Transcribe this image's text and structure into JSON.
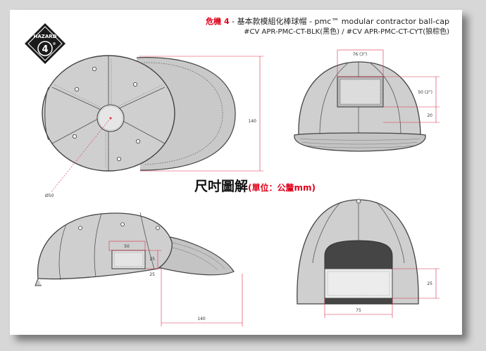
{
  "title": {
    "brand": "危機 4",
    "separator": " - ",
    "name": "基本款模組化棒球帽 - pmc™ modular contractor ball-cap",
    "codes": "#CV APR-PMC-CT-BLK(黑色) / #CV APR-PMC-CT-CYT(狼棕色)"
  },
  "heading": {
    "main": "尺吋圖解",
    "sub": "(單位：公釐mm)"
  },
  "logo": {
    "top": "HAZARD",
    "number": "4",
    "mark": "®"
  },
  "views": {
    "top": {
      "crown_length": "140",
      "button_diameter": "Ø50"
    },
    "front": {
      "patch_width": "76 (3\")",
      "patch_height": "50 (2\")",
      "patch_offset": "20"
    },
    "side": {
      "patch_width": "50",
      "patch_height": "25",
      "patch_offset": "25",
      "total_length": "140"
    },
    "back": {
      "strap_height": "25",
      "strap_width": "75"
    }
  },
  "colors": {
    "accent": "#e0001a",
    "dimension_line": "#d9304a",
    "cap_fill": "#cfcfcf",
    "outline": "#444444"
  }
}
